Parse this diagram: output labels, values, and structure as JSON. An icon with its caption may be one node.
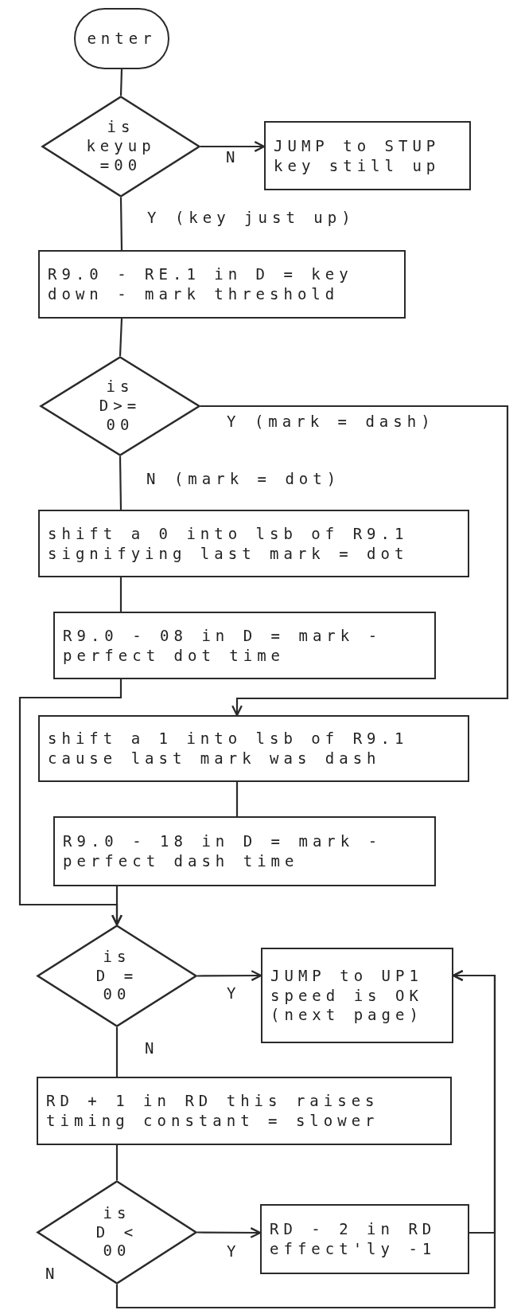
{
  "diagram": {
    "nodes": [
      {
        "text": [
          "enter"
        ]
      },
      {
        "text": [
          "is keyup =00"
        ]
      },
      {
        "text": [
          "JUMP to STUP key still up"
        ]
      },
      {
        "text": [
          "R9.0 - RE.1 in D = key down - mark threshold"
        ]
      },
      {
        "text": [
          "is D>= 00"
        ]
      },
      {
        "text": [
          "shift a 0 into lsb of R9.1 signifying last mark = dot"
        ]
      },
      {
        "text": [
          "R9.0 - 08 in D = mark - perfect dot time"
        ]
      },
      {
        "text": [
          "shift a 1 into lsb of R9.1 cause last mark was dash"
        ]
      },
      {
        "text": [
          "R9.0 - 18 in D = mark - perfect dash time"
        ]
      },
      {
        "text": [
          "is D = 00"
        ]
      },
      {
        "text": [
          "JUMP to UP1 speed is OK (next page)"
        ]
      },
      {
        "text": [
          "RD + 1 in RD this raises timing constant = slower"
        ]
      },
      {
        "text": [
          "is D < 00"
        ]
      },
      {
        "text": [
          "RD - 2 in RD effect'ly -1"
        ]
      }
    ],
    "edges": [
      {
        "from": 0,
        "to": 1,
        "arrow": "none"
      },
      {
        "from": 1,
        "to": 2,
        "arrow": "to",
        "label": "N"
      },
      {
        "from": 1,
        "to": 3,
        "arrow": "none",
        "label": "Y (key just up)"
      },
      {
        "from": 3,
        "to": 4,
        "arrow": "none"
      },
      {
        "from": 4,
        "to": 7,
        "arrow": "to",
        "label": "Y (mark = dash)"
      },
      {
        "from": 4,
        "to": 5,
        "arrow": "none",
        "label": "N (mark = dot)"
      },
      {
        "from": 5,
        "to": 6,
        "arrow": "none"
      },
      {
        "from": 6,
        "to": 9,
        "arrow": "to"
      },
      {
        "from": 7,
        "to": 8,
        "arrow": "none"
      },
      {
        "from": 8,
        "to": 9,
        "arrow": "to"
      },
      {
        "from": 9,
        "to": 10,
        "arrow": "to",
        "label": "Y"
      },
      {
        "from": 9,
        "to": 11,
        "arrow": "none",
        "label": "N"
      },
      {
        "from": 11,
        "to": 12,
        "arrow": "none"
      },
      {
        "from": 12,
        "to": 13,
        "arrow": "to",
        "label": "Y"
      },
      {
        "from": 13,
        "to": 10,
        "arrow": "to"
      },
      {
        "from": 12,
        "to": 10,
        "arrow": "to",
        "label": "N"
      }
    ]
  }
}
